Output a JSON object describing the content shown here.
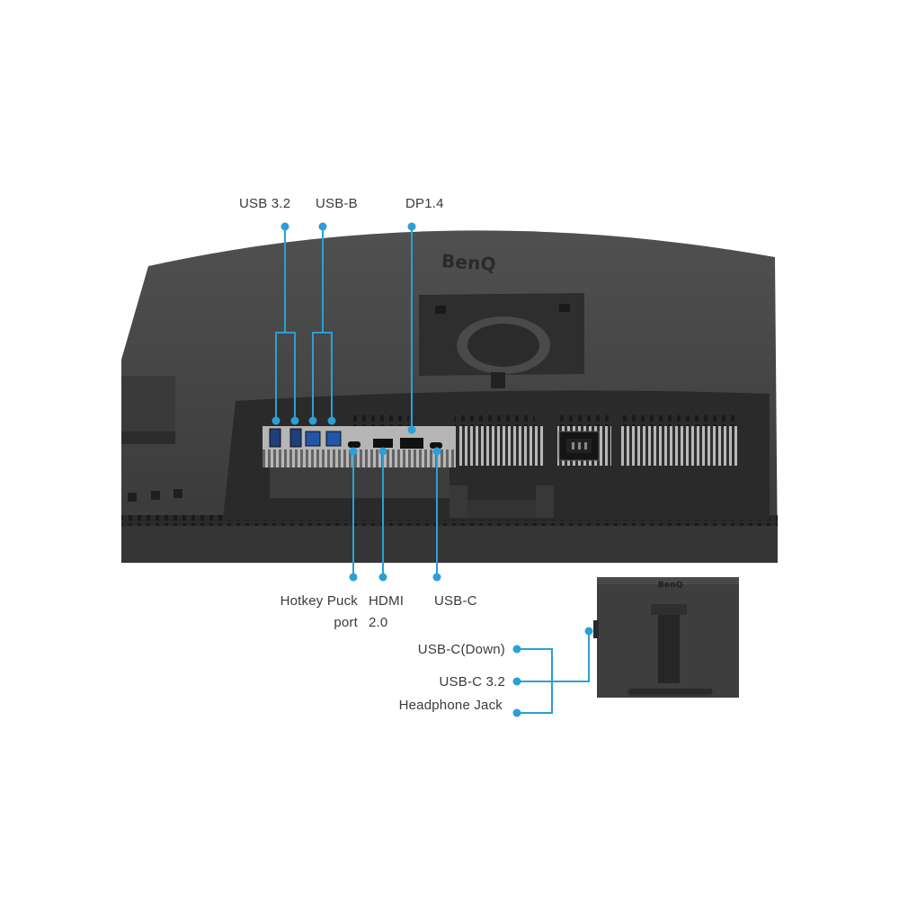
{
  "brand": {
    "logo": "BenQ",
    "small_logo": "BenQ"
  },
  "colors": {
    "callout": "#2b9fd6",
    "monitor_body": "#3c3c3c",
    "monitor_dark": "#222222",
    "background": "#ffffff"
  },
  "labels": {
    "usb32": "USB 3.2",
    "usbb": "USB-B",
    "dp14": "DP1.4",
    "hotkey_line1": "Hotkey Puck",
    "hotkey_line2": "port",
    "hdmi_line1": "HDMI",
    "hdmi_line2": "2.0",
    "usbc": "USB-C",
    "usbc_down": "USB-C(Down)",
    "usbc32": "USB-C 3.2",
    "headphone": "Headphone Jack"
  }
}
